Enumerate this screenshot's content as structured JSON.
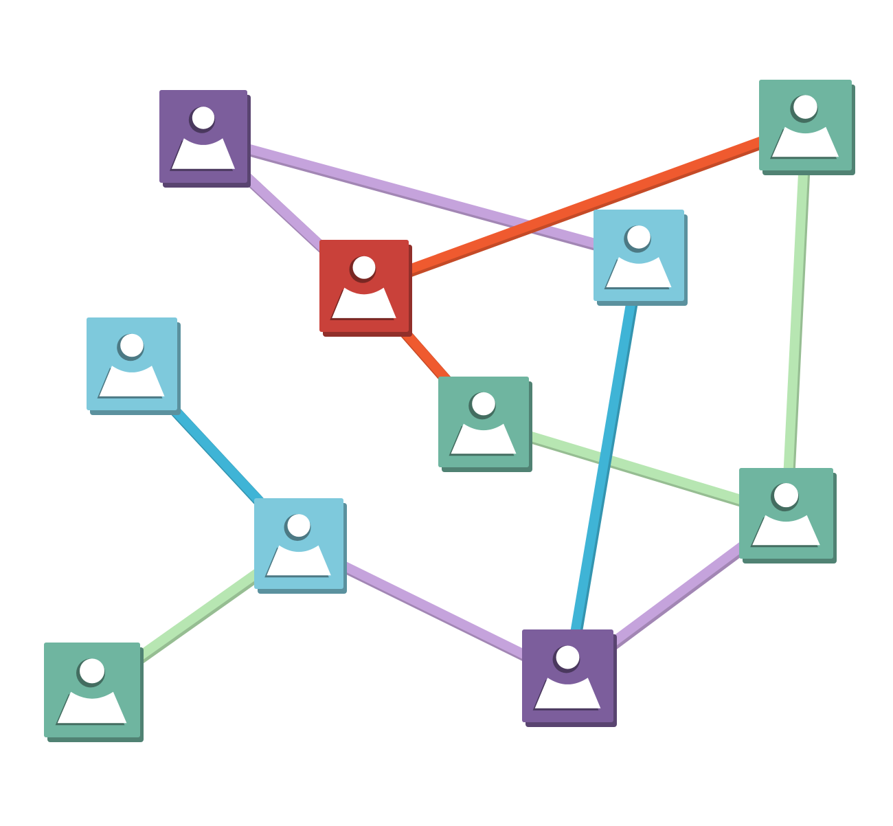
{
  "scene": {
    "subject": "network-of-person-icons",
    "background": "#ffffff"
  },
  "colors": {
    "purple": "#7c5e9c",
    "red": "#c9413a",
    "teal": "#6fb5a0",
    "light_blue": "#7ec9dc",
    "lavender_link": "#c5a3dc",
    "orange_link": "#ef5a2f",
    "mint_link": "#b7e6b2",
    "cyan_link": "#3fb4d6"
  },
  "nodes": [
    {
      "id": "n1",
      "color": "purple",
      "icon": "person-icon"
    },
    {
      "id": "n2",
      "color": "teal",
      "icon": "person-icon"
    },
    {
      "id": "n3",
      "color": "red",
      "icon": "person-icon"
    },
    {
      "id": "n4",
      "color": "light_blue",
      "icon": "person-icon"
    },
    {
      "id": "n5",
      "color": "light_blue",
      "icon": "person-icon"
    },
    {
      "id": "n6",
      "color": "teal",
      "icon": "person-icon"
    },
    {
      "id": "n7",
      "color": "teal",
      "icon": "person-icon"
    },
    {
      "id": "n8",
      "color": "light_blue",
      "icon": "person-icon"
    },
    {
      "id": "n9",
      "color": "teal",
      "icon": "person-icon"
    },
    {
      "id": "n10",
      "color": "purple",
      "icon": "person-icon"
    }
  ],
  "links": [
    {
      "from": "n1",
      "to": "n4",
      "color": "lavender_link"
    },
    {
      "from": "n1",
      "to": "n3",
      "color": "lavender_link"
    },
    {
      "from": "n3",
      "to": "n2",
      "color": "orange_link"
    },
    {
      "from": "n3",
      "to": "n6",
      "color": "orange_link"
    },
    {
      "from": "n2",
      "to": "n7",
      "color": "mint_link"
    },
    {
      "from": "n6",
      "to": "n7",
      "color": "mint_link"
    },
    {
      "from": "n4",
      "to": "n10",
      "color": "cyan_link"
    },
    {
      "from": "n7",
      "to": "n10",
      "color": "lavender_link"
    },
    {
      "from": "n5",
      "to": "n8",
      "color": "cyan_link"
    },
    {
      "from": "n8",
      "to": "n10",
      "color": "lavender_link"
    },
    {
      "from": "n8",
      "to": "n9",
      "color": "mint_link"
    }
  ]
}
